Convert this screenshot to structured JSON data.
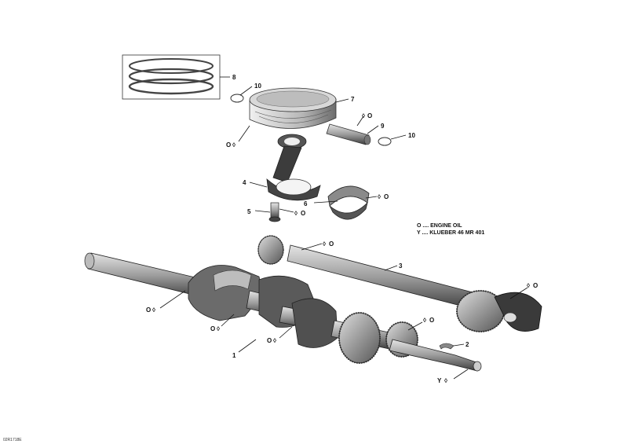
{
  "callouts": {
    "c1": "1",
    "c2": "2",
    "c3": "3",
    "c4": "4",
    "c5": "5",
    "c6": "6",
    "c7": "7",
    "c8": "8",
    "c9": "9",
    "c10a": "10",
    "c10b": "10"
  },
  "lube_marks": {
    "oil": "O",
    "klueber": "Y"
  },
  "legend": {
    "engine_oil": "O .... ENGINE OIL",
    "klueber": "Y .... KLUEBER 46 MR 401"
  },
  "reference_code": "02R1718E",
  "colors": {
    "ink": "#111111",
    "metal_light": "#d9d9d9",
    "metal_mid": "#9a9a9a",
    "metal_dark": "#4a4a4a"
  }
}
